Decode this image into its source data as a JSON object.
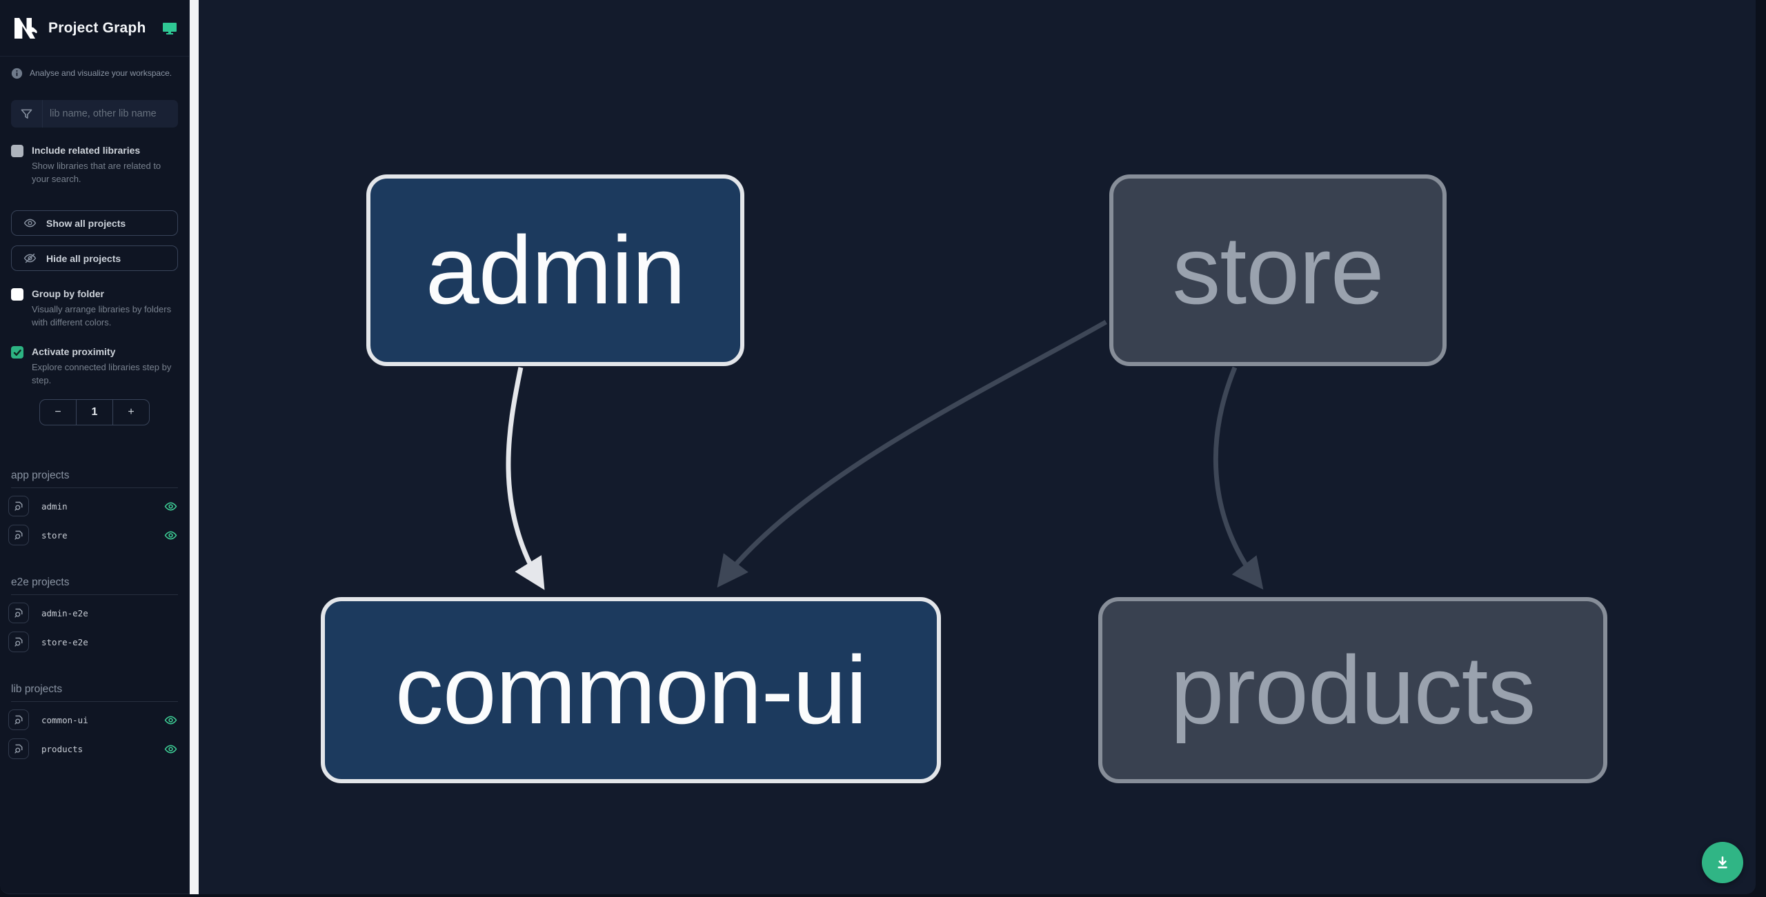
{
  "app": {
    "title": "Project Graph"
  },
  "colors": {
    "sidebar_bg": "#0f1523",
    "canvas_bg": "#131b2c",
    "divider": "#f3f4f6",
    "accent_teal": "#2fc894",
    "checkbox_checked": "#2db483",
    "node_highlight_fill": "#1c3a5e",
    "node_highlight_border": "#e3e6ea",
    "node_faded_fill": "#394150",
    "node_faded_border": "#878e99",
    "edge_highlight": "#e5e7eb",
    "edge_faded": "#3e4757",
    "fab_bg": "#30b585"
  },
  "sidebar": {
    "info_text": "Analyse and visualize your workspace.",
    "filter": {
      "placeholder": "lib name, other lib name"
    },
    "options": [
      {
        "label": "Include related libraries",
        "description": "Show libraries that are related to your search.",
        "checked": false
      },
      {
        "label": "Group by folder",
        "description": "Visually arrange libraries by folders with different colors.",
        "checked": false
      },
      {
        "label": "Activate proximity",
        "description": "Explore connected libraries step by step.",
        "checked": true
      }
    ],
    "buttons": {
      "show_all": "Show all projects",
      "hide_all": "Hide all projects"
    },
    "proximity": {
      "decrement": "−",
      "value": "1",
      "increment": "+"
    },
    "sections": [
      {
        "heading": "app projects",
        "items": [
          {
            "name": "admin",
            "visible": true
          },
          {
            "name": "store",
            "visible": true
          }
        ]
      },
      {
        "heading": "e2e projects",
        "items": [
          {
            "name": "admin-e2e",
            "visible": false
          },
          {
            "name": "store-e2e",
            "visible": false
          }
        ]
      },
      {
        "heading": "lib projects",
        "items": [
          {
            "name": "common-ui",
            "visible": true
          },
          {
            "name": "products",
            "visible": true
          }
        ]
      }
    ]
  },
  "graph": {
    "nodes": [
      {
        "id": "admin",
        "label": "admin",
        "state": "highlighted"
      },
      {
        "id": "store",
        "label": "store",
        "state": "faded"
      },
      {
        "id": "common-ui",
        "label": "common-ui",
        "state": "highlighted"
      },
      {
        "id": "products",
        "label": "products",
        "state": "faded"
      }
    ],
    "edges": [
      {
        "from": "admin",
        "to": "common-ui",
        "state": "highlighted"
      },
      {
        "from": "store",
        "to": "common-ui",
        "state": "faded"
      },
      {
        "from": "store",
        "to": "products",
        "state": "faded"
      }
    ]
  },
  "fab": {
    "icon": "download"
  }
}
